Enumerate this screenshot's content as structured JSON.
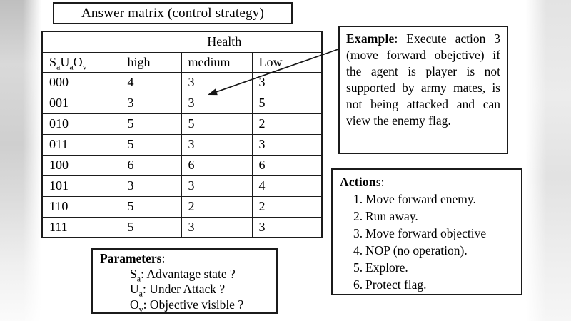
{
  "title": "Answer matrix (control strategy)",
  "matrix": {
    "health_label": "Health",
    "key_header": [
      {
        "base": "S",
        "sub": "a"
      },
      {
        "base": "U",
        "sub": "a"
      },
      {
        "base": "O",
        "sub": "v"
      }
    ],
    "col_headers": [
      "high",
      "medium",
      "Low"
    ],
    "rows": [
      {
        "key": "000",
        "values": [
          "4",
          "3",
          "3"
        ]
      },
      {
        "key": "001",
        "values": [
          "3",
          "3",
          "5"
        ]
      },
      {
        "key": "010",
        "values": [
          "5",
          "5",
          "2"
        ]
      },
      {
        "key": "011",
        "values": [
          "5",
          "3",
          "3"
        ]
      },
      {
        "key": "100",
        "values": [
          "6",
          "6",
          "6"
        ]
      },
      {
        "key": "101",
        "values": [
          "3",
          "3",
          "4"
        ]
      },
      {
        "key": "110",
        "values": [
          "5",
          "2",
          "2"
        ]
      },
      {
        "key": "111",
        "values": [
          "5",
          "3",
          "3"
        ]
      }
    ]
  },
  "example": {
    "heading": "Example",
    "text": ": Execute action 3 (move forward obejctive) if the agent is player is not supported by army mates, is not being attacked and can view the enemy flag."
  },
  "actions": {
    "heading_bold": "Action",
    "heading_rest": "s:",
    "items": [
      {
        "num": "1.",
        "label": "Move forward enemy."
      },
      {
        "num": "2.",
        "label": "Run away."
      },
      {
        "num": "3.",
        "label": "Move forward objective"
      },
      {
        "num": "4.",
        "label": "NOP (no operation)."
      },
      {
        "num": "5.",
        "label": "Explore."
      },
      {
        "num": "6.",
        "label": "Protect flag."
      }
    ]
  },
  "parameters": {
    "heading_bold": "Parameters",
    "heading_rest": ":",
    "items": [
      {
        "base": "S",
        "sub": "a",
        "text": ": Advantage state ?"
      },
      {
        "base": "U",
        "sub": "a",
        "text": ":  Under Attack ?"
      },
      {
        "base": "O",
        "sub": "v",
        "text": ":  Objective visible ?"
      }
    ]
  },
  "colors": {
    "ink": "#000000",
    "border": "#1b1b1b",
    "edge_band_gray": "#d0d0d0",
    "background": "#ffffff"
  }
}
